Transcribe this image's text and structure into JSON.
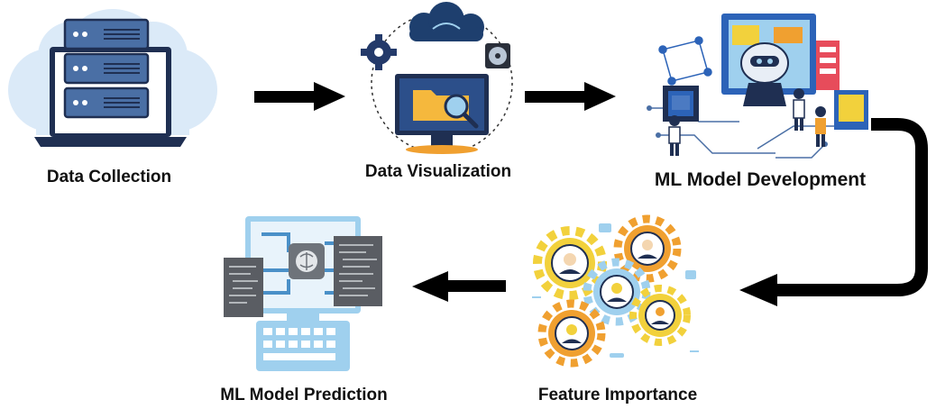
{
  "steps": [
    {
      "label": "Data Collection",
      "icon": "server-laptop-icon"
    },
    {
      "label": "Data Visualization",
      "icon": "monitor-analytics-icon"
    },
    {
      "label": "ML Model Development",
      "icon": "ai-robot-team-icon"
    },
    {
      "label": "Feature Importance",
      "icon": "gears-people-icon"
    },
    {
      "label": "ML Model Prediction",
      "icon": "computer-brain-code-icon"
    }
  ],
  "colors": {
    "arrow": "#000000",
    "cloud": "#dbeaf8",
    "navy": "#1f2f52",
    "steel": "#4a6fa5",
    "orange": "#f0a030",
    "yellow": "#f2d13c",
    "light_blue": "#9fd0ee",
    "folder": "#f5b83d",
    "code_gray": "#5a5d63"
  }
}
